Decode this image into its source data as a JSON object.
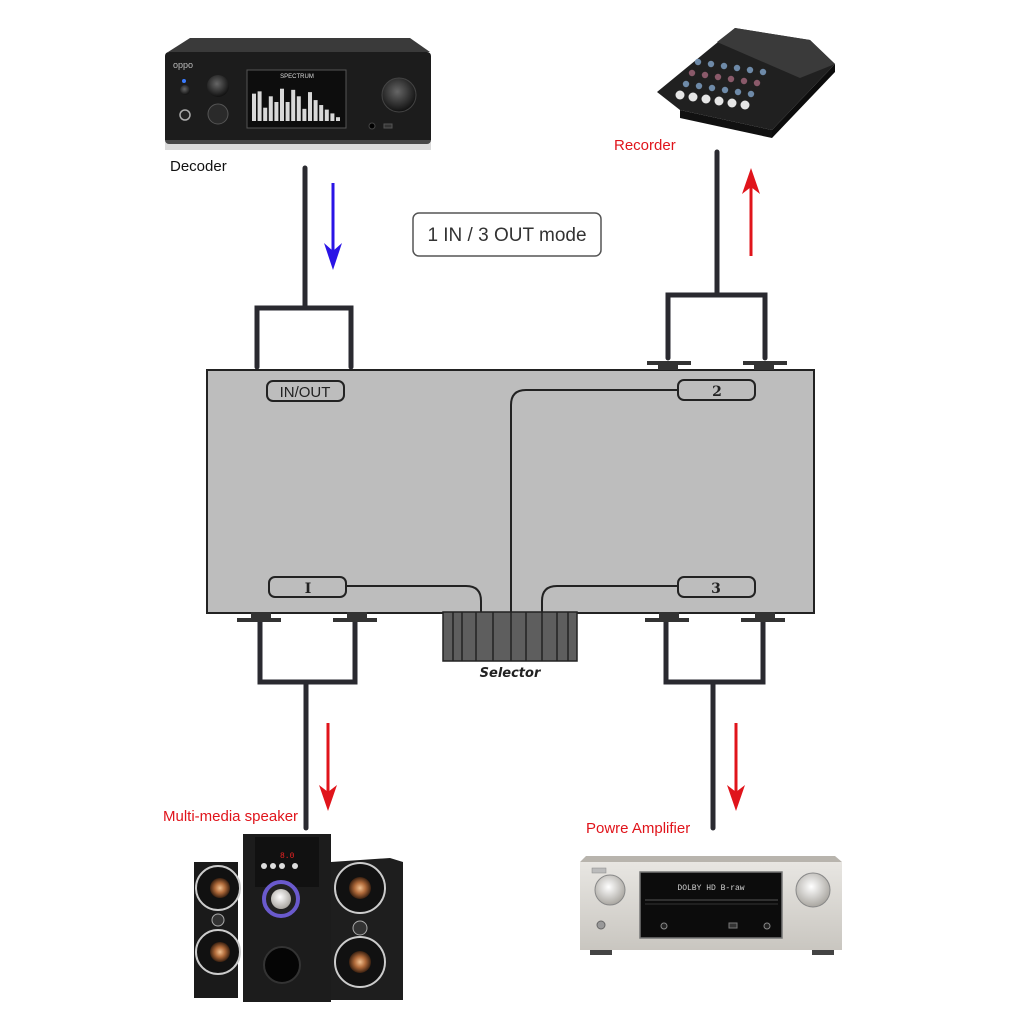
{
  "diagram": {
    "title": "1 IN / 3 OUT mode",
    "devices": {
      "decoder": {
        "label": "Decoder",
        "brand": "oppo",
        "screen_title": "SPECTRUM"
      },
      "recorder": {
        "label": "Recorder"
      },
      "speaker": {
        "label": "Multi-media speaker"
      },
      "amplifier": {
        "label": "Powre Amplifier",
        "display_text": "DOLBY HD B-raw"
      }
    },
    "switch": {
      "ports": {
        "inout": "IN/OUT",
        "p1": "I",
        "p2": "2",
        "p3": "3"
      },
      "selector_label": "Selector"
    },
    "arrows": {
      "input_color": "#2a14e6",
      "output_color": "#e0141b"
    },
    "colors": {
      "switch_body": "#bdbdbd",
      "wire": "#2a2a30",
      "selector": "#5e5e5e",
      "label_red": "#e0141b"
    }
  }
}
